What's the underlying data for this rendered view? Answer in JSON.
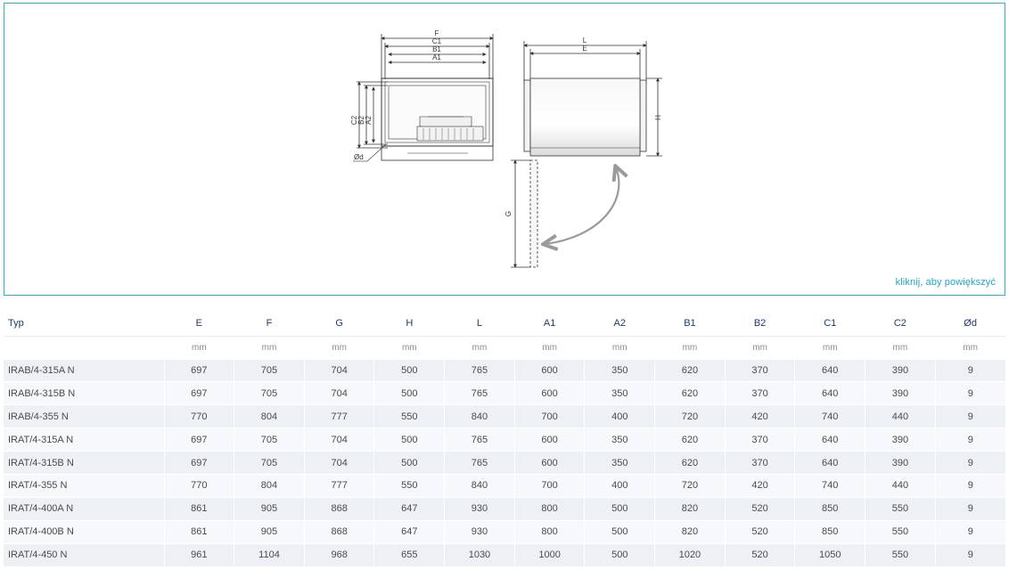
{
  "drawing": {
    "labels": {
      "F": "F",
      "C1": "C1",
      "B1": "B1",
      "A1": "A1",
      "C2": "C2",
      "B2": "B2",
      "A2": "A2",
      "d": "Ød",
      "L": "L",
      "E": "E",
      "H": "H",
      "G": "G"
    },
    "zoom_link": "kliknij, aby powiększyć",
    "line_color": "#333333",
    "arrow_color": "#9a9a9a",
    "border_color": "#2bb3c6"
  },
  "table": {
    "headers": [
      "Typ",
      "E",
      "F",
      "G",
      "H",
      "L",
      "A1",
      "A2",
      "B1",
      "B2",
      "C1",
      "C2",
      "Ød"
    ],
    "units": [
      "",
      "mm",
      "mm",
      "mm",
      "mm",
      "mm",
      "mm",
      "mm",
      "mm",
      "mm",
      "mm",
      "mm",
      "mm"
    ],
    "rows": [
      [
        "IRAB/4-315A N",
        "697",
        "705",
        "704",
        "500",
        "765",
        "600",
        "350",
        "620",
        "370",
        "640",
        "390",
        "9"
      ],
      [
        "IRAB/4-315B N",
        "697",
        "705",
        "704",
        "500",
        "765",
        "600",
        "350",
        "620",
        "370",
        "640",
        "390",
        "9"
      ],
      [
        "IRAB/4-355 N",
        "770",
        "804",
        "777",
        "550",
        "840",
        "700",
        "400",
        "720",
        "420",
        "740",
        "440",
        "9"
      ],
      [
        "IRAT/4-315A N",
        "697",
        "705",
        "704",
        "500",
        "765",
        "600",
        "350",
        "620",
        "370",
        "640",
        "390",
        "9"
      ],
      [
        "IRAT/4-315B N",
        "697",
        "705",
        "704",
        "500",
        "765",
        "600",
        "350",
        "620",
        "370",
        "640",
        "390",
        "9"
      ],
      [
        "IRAT/4-355 N",
        "770",
        "804",
        "777",
        "550",
        "840",
        "700",
        "400",
        "720",
        "420",
        "740",
        "440",
        "9"
      ],
      [
        "IRAT/4-400A N",
        "861",
        "905",
        "868",
        "647",
        "930",
        "800",
        "500",
        "820",
        "520",
        "850",
        "550",
        "9"
      ],
      [
        "IRAT/4-400B N",
        "861",
        "905",
        "868",
        "647",
        "930",
        "800",
        "500",
        "820",
        "520",
        "850",
        "550",
        "9"
      ],
      [
        "IRAT/4-450 N",
        "961",
        "1104",
        "968",
        "655",
        "1030",
        "1000",
        "500",
        "1020",
        "520",
        "1050",
        "550",
        "9"
      ]
    ]
  }
}
